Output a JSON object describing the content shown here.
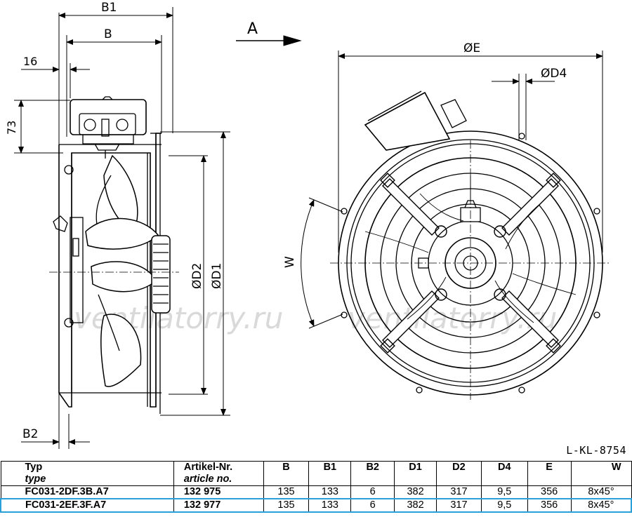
{
  "drawing": {
    "labels": {
      "b1": "B1",
      "b": "B",
      "b2": "B2",
      "d16": "16",
      "d73": "73",
      "a": "A",
      "e": "ØE",
      "d4": "ØD4",
      "d2": "ØD2",
      "d1": "ØD1",
      "w": "W"
    },
    "watermark": "ventilatorry.ru",
    "code": "L-KL-8754"
  },
  "table": {
    "headers": {
      "typ": "Typ",
      "typ_en": "type",
      "artikel": "Artikel-Nr.",
      "artikel_en": "article no.",
      "b": "B",
      "b1": "B1",
      "b2": "B2",
      "d1": "D1",
      "d2": "D2",
      "d4": "D4",
      "e": "E",
      "w": "W"
    },
    "rows": [
      {
        "typ": "FC031-2DF.3B.A7",
        "artikel": "132 975",
        "b": "135",
        "b1": "133",
        "b2": "6",
        "d1": "382",
        "d2": "317",
        "d4": "9,5",
        "e": "356",
        "w": "8x45°"
      },
      {
        "typ": "FC031-2EF.3F.A7",
        "artikel": "132 977",
        "b": "135",
        "b1": "133",
        "b2": "6",
        "d1": "382",
        "d2": "317",
        "d4": "9,5",
        "e": "356",
        "w": "8x45°"
      }
    ]
  }
}
